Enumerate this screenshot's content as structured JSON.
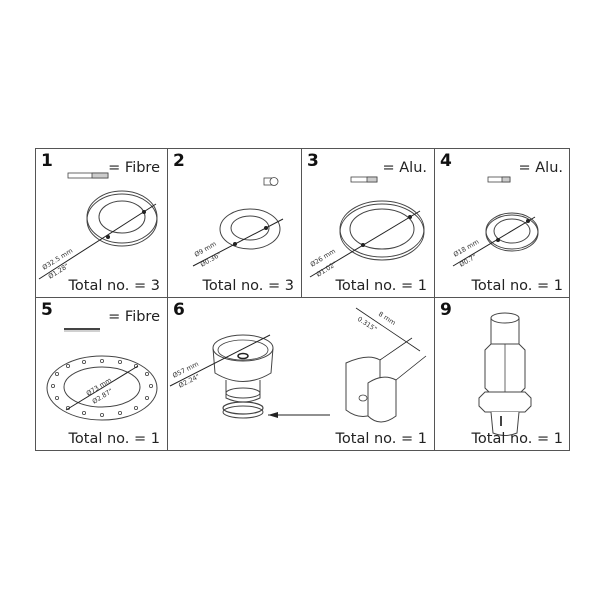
{
  "parts": [
    {
      "number": "1",
      "material": "= Fibre",
      "material_icon": "hatched-section-icon",
      "dim_mm": "Ø32.5 mm",
      "dim_in": "Ø1.28\"",
      "total": "Total no. = 3"
    },
    {
      "number": "2",
      "material": "",
      "material_icon": "o-ring-section-icon",
      "dim_mm": "Ø9 mm",
      "dim_in": "Ø0.36\"",
      "total": "Total no. = 3"
    },
    {
      "number": "3",
      "material": "= Alu.",
      "material_icon": "hatched-section-icon",
      "dim_mm": "Ø26 mm",
      "dim_in": "Ø1.02\"",
      "total": "Total no. = 1"
    },
    {
      "number": "4",
      "material": "= Alu.",
      "material_icon": "hatched-section-icon",
      "dim_mm": "Ø18 mm",
      "dim_in": "Ø0.7\"",
      "total": "Total no. = 1"
    },
    {
      "number": "5",
      "material": "= Fibre",
      "material_icon": "thin-gasket-section-icon",
      "dim_mm": "Ø73 mm",
      "dim_in": "Ø2.87\"",
      "total": "Total no. = 1"
    },
    {
      "number": "6",
      "material": "",
      "dim_mm": "Ø57 mm",
      "dim_in": "Ø2.24\"",
      "dim2_mm": "8 mm",
      "dim2_in": "0.315\"",
      "total": "Total no. = 1"
    },
    {
      "number": "9",
      "material": "",
      "total": "Total no. = 1"
    }
  ],
  "colors": {
    "line": "#555555",
    "text": "#222222",
    "background": "#ffffff"
  }
}
